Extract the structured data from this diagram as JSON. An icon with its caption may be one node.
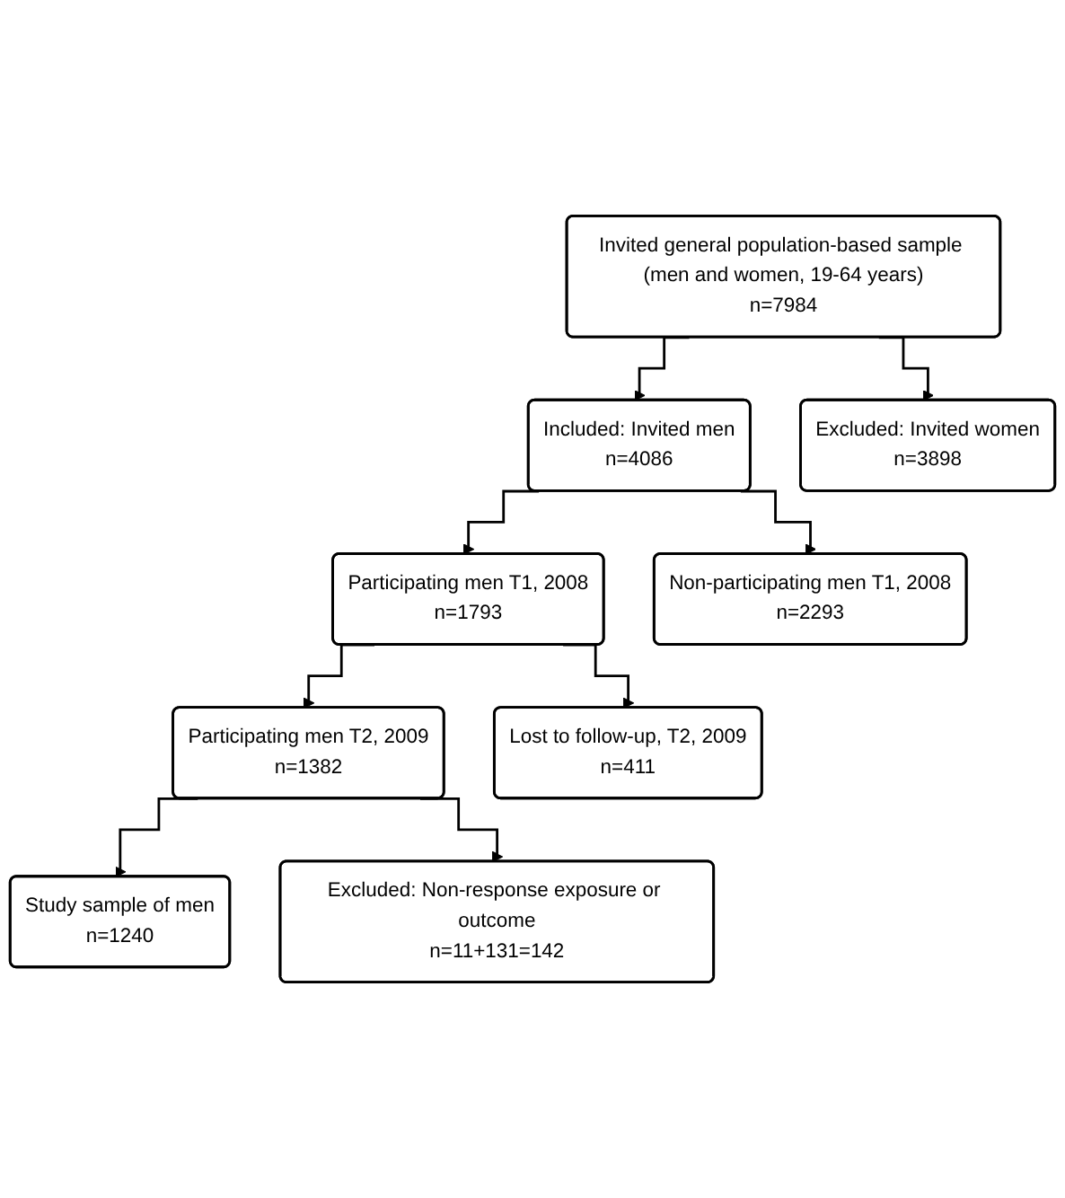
{
  "diagram": {
    "nodes": [
      {
        "text": [
          "Invited general population-based sample (men and women, 19-64 years)",
          "n=7984"
        ]
      },
      {
        "text": [
          "Included: Invited men",
          "n=4086"
        ]
      },
      {
        "text": [
          "Excluded: Invited women",
          "n=3898"
        ]
      },
      {
        "text": [
          "Participating men T1, 2008",
          "n=1793"
        ]
      },
      {
        "text": [
          "Non-participating men T1, 2008",
          "n=2293"
        ]
      },
      {
        "text": [
          "Participating men T2, 2009",
          "n=1382"
        ]
      },
      {
        "text": [
          "Lost to follow-up, T2, 2009",
          "n=411"
        ]
      },
      {
        "text": [
          "Study sample of men",
          "n=1240"
        ]
      },
      {
        "text": [
          "Excluded: Non-response exposure or outcome",
          "n=11+131=142"
        ]
      }
    ],
    "edges": [
      {
        "from": 0,
        "to": 1,
        "arrow": "to"
      },
      {
        "from": 0,
        "to": 2,
        "arrow": "to"
      },
      {
        "from": 1,
        "to": 3,
        "arrow": "to"
      },
      {
        "from": 1,
        "to": 4,
        "arrow": "to"
      },
      {
        "from": 3,
        "to": 5,
        "arrow": "to"
      },
      {
        "from": 3,
        "to": 6,
        "arrow": "to"
      },
      {
        "from": 5,
        "to": 7,
        "arrow": "to"
      },
      {
        "from": 5,
        "to": 8,
        "arrow": "to"
      }
    ]
  }
}
